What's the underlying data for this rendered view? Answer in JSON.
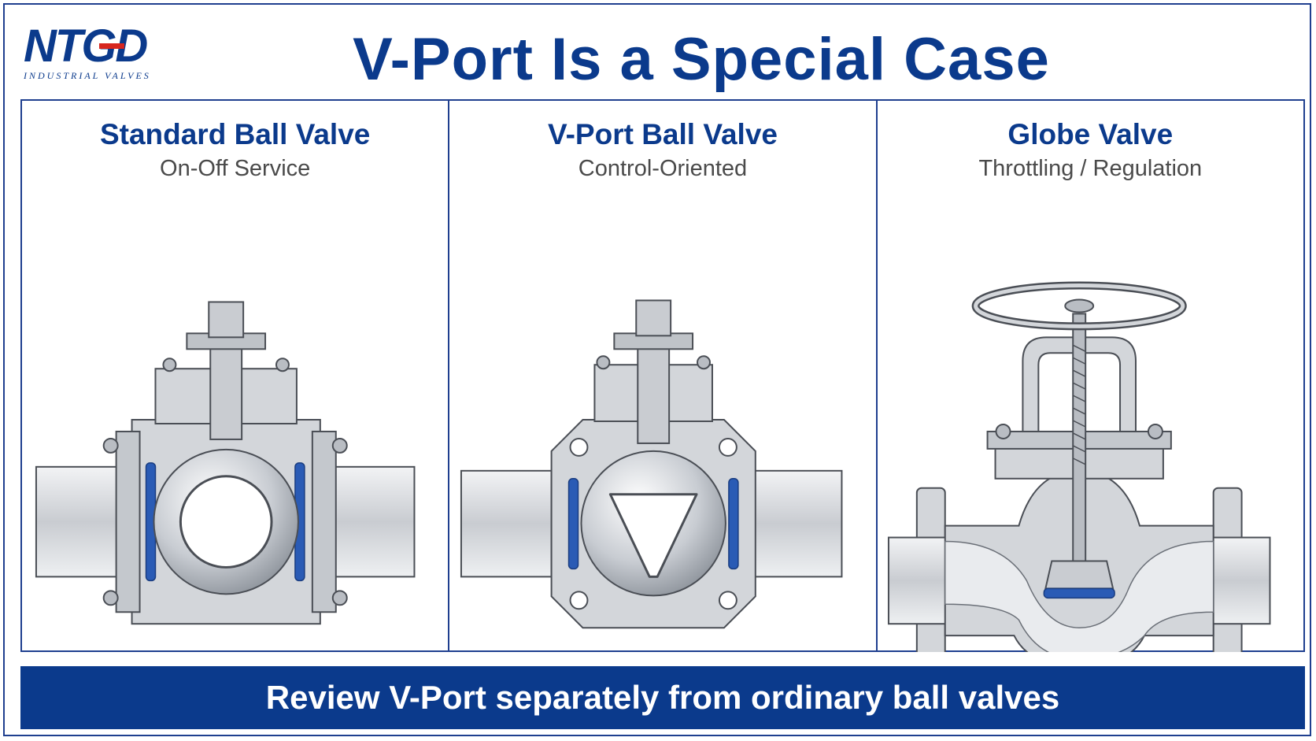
{
  "logo": {
    "mark": "NTGD",
    "tagline": "INDUSTRIAL VALVES"
  },
  "title": "V-Port Is a Special Case",
  "panels": [
    {
      "title": "Standard Ball Valve",
      "subtitle": "On-Off Service",
      "illustration": "standard-ball-valve-cutaway"
    },
    {
      "title": "V-Port Ball Valve",
      "subtitle": "Control-Oriented",
      "illustration": "v-port-ball-valve-cutaway"
    },
    {
      "title": "Globe Valve",
      "subtitle": "Throttling / Regulation",
      "illustration": "globe-valve-cutaway"
    }
  ],
  "footer": "Review V-Port separately from ordinary ball valves",
  "colors": {
    "brand_blue": "#0b3a8c",
    "logo_red": "#d7261e",
    "seal_blue": "#2a5bb5",
    "metal": "#d3d6da"
  }
}
